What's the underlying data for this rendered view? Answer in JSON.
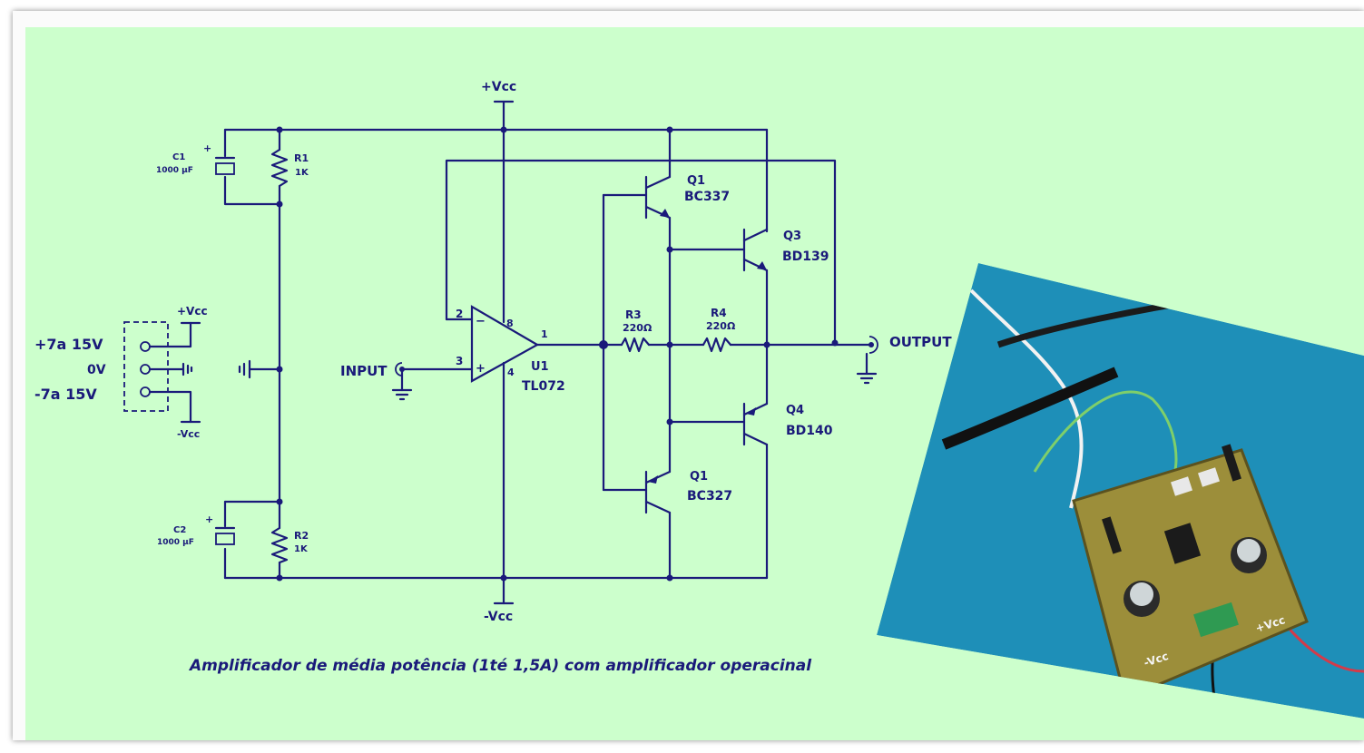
{
  "caption": "Amplificador de média potência (1té 1,5A) com amplificador operacinal",
  "rails": {
    "positive": "+Vcc",
    "negative": "-Vcc"
  },
  "power_connector": {
    "top_label": "+Vcc",
    "bottom_label": "-Vcc",
    "pins": [
      "+7a 15V",
      "0V",
      "-7a 15V"
    ]
  },
  "components": {
    "C1": {
      "ref": "C1",
      "value": "1000 μF",
      "polarity": "+"
    },
    "C2": {
      "ref": "C2",
      "value": "1000 μF",
      "polarity": "+"
    },
    "R1": {
      "ref": "R1",
      "value": "1K"
    },
    "R2": {
      "ref": "R2",
      "value": "1K"
    },
    "R3": {
      "ref": "R3",
      "value": "220Ω"
    },
    "R4": {
      "ref": "R4",
      "value": "220Ω"
    },
    "U1": {
      "ref": "U1",
      "value": "TL072",
      "pins": {
        "inv": "2",
        "noninv": "3",
        "out": "1",
        "vplus": "8",
        "vminus": "4"
      },
      "minus": "−",
      "plus": "+"
    },
    "Q1a": {
      "ref": "Q1",
      "value": "BC337"
    },
    "Q1b": {
      "ref": "Q1",
      "value": "BC327"
    },
    "Q3": {
      "ref": "Q3",
      "value": "BD139"
    },
    "Q4": {
      "ref": "Q4",
      "value": "BD140"
    }
  },
  "io": {
    "input": "INPUT",
    "output": "OUTPUT"
  },
  "colors": {
    "background": "#ccffcc",
    "ink": "#1a1a7a",
    "photo_bg": "#1e8fb8",
    "pcb": "#9c8e3a"
  },
  "photo": {
    "board_labels": {
      "vcc_minus": "-Vcc",
      "vcc_plus": "+Vcc"
    }
  }
}
